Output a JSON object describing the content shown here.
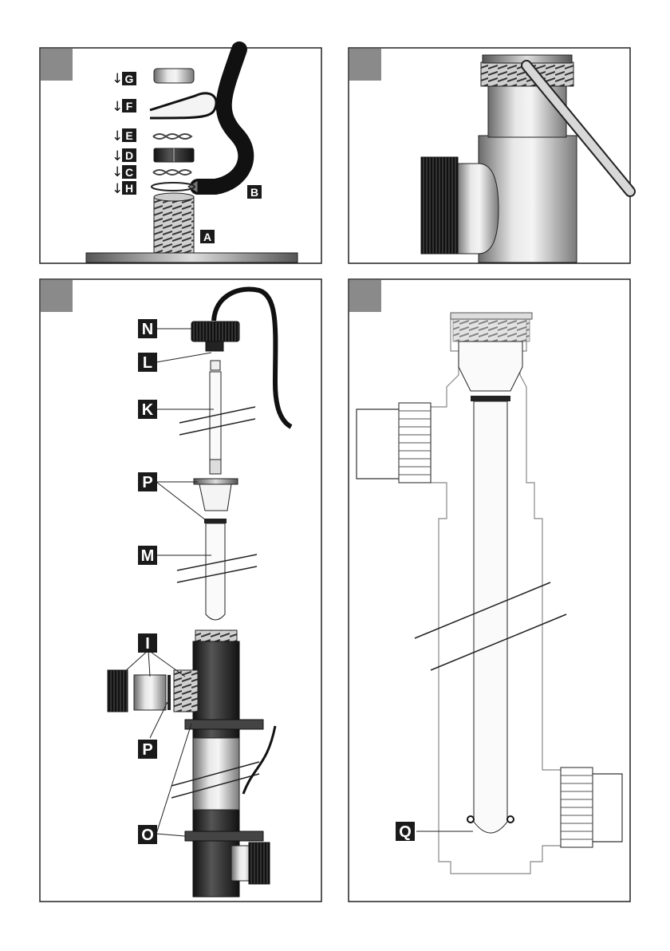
{
  "panels": [
    {
      "id": "panel-1",
      "labels": [
        "G",
        "F",
        "E",
        "D",
        "C",
        "H",
        "B",
        "A"
      ]
    },
    {
      "id": "panel-2",
      "labels": []
    },
    {
      "id": "panel-3",
      "labels": [
        "N",
        "L",
        "K",
        "P",
        "M",
        "I",
        "P",
        "O"
      ]
    },
    {
      "id": "panel-4",
      "labels": [
        "Q"
      ]
    }
  ],
  "labels": {
    "g": "G",
    "f": "F",
    "e": "E",
    "d": "D",
    "c": "C",
    "h": "H",
    "b": "B",
    "a": "A",
    "n": "N",
    "l": "L",
    "k": "K",
    "p1": "P",
    "m": "M",
    "i": "I",
    "p2": "P",
    "o": "O",
    "q": "Q"
  },
  "arrow_glyph": "↓",
  "colors": {
    "label_bg": "#1a1a1a",
    "label_text": "#ffffff",
    "corner_tab": "#8a8a8a",
    "frame": "#222222"
  }
}
